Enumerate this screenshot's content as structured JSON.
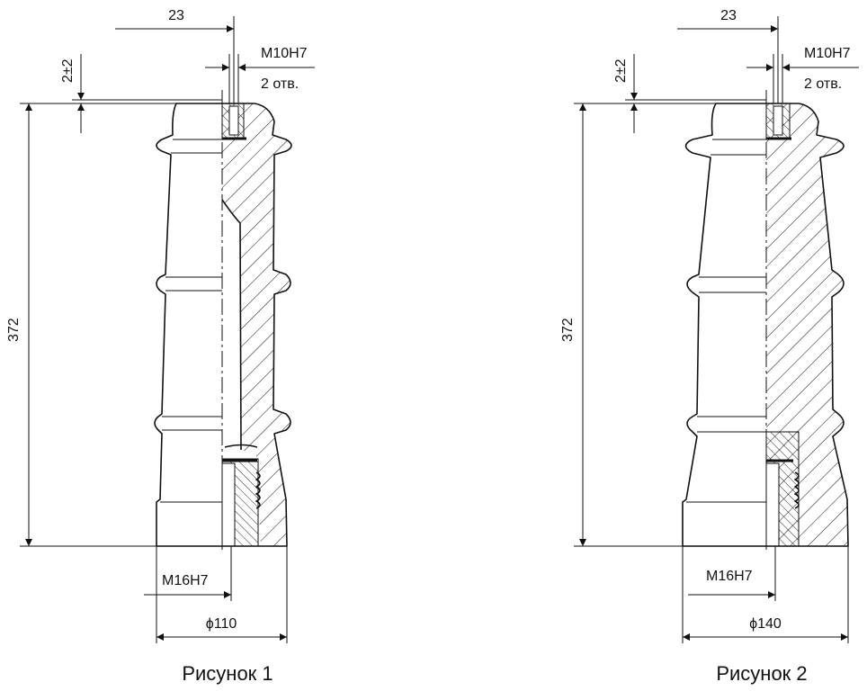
{
  "figure1": {
    "caption": "Рисунок 1",
    "dim_top": "23",
    "dim_thread_top": "M10H7",
    "dim_holes": "2 отв.",
    "dim_gap": "2±2",
    "dim_height": "372",
    "dim_thread_bottom": "M16H7",
    "dim_diameter": "ϕ110"
  },
  "figure2": {
    "caption": "Рисунок 2",
    "dim_top": "23",
    "dim_thread_top": "M10H7",
    "dim_holes": "2 отв.",
    "dim_gap": "2±2",
    "dim_height": "372",
    "dim_thread_bottom": "M16H7",
    "dim_diameter": "ϕ140"
  }
}
